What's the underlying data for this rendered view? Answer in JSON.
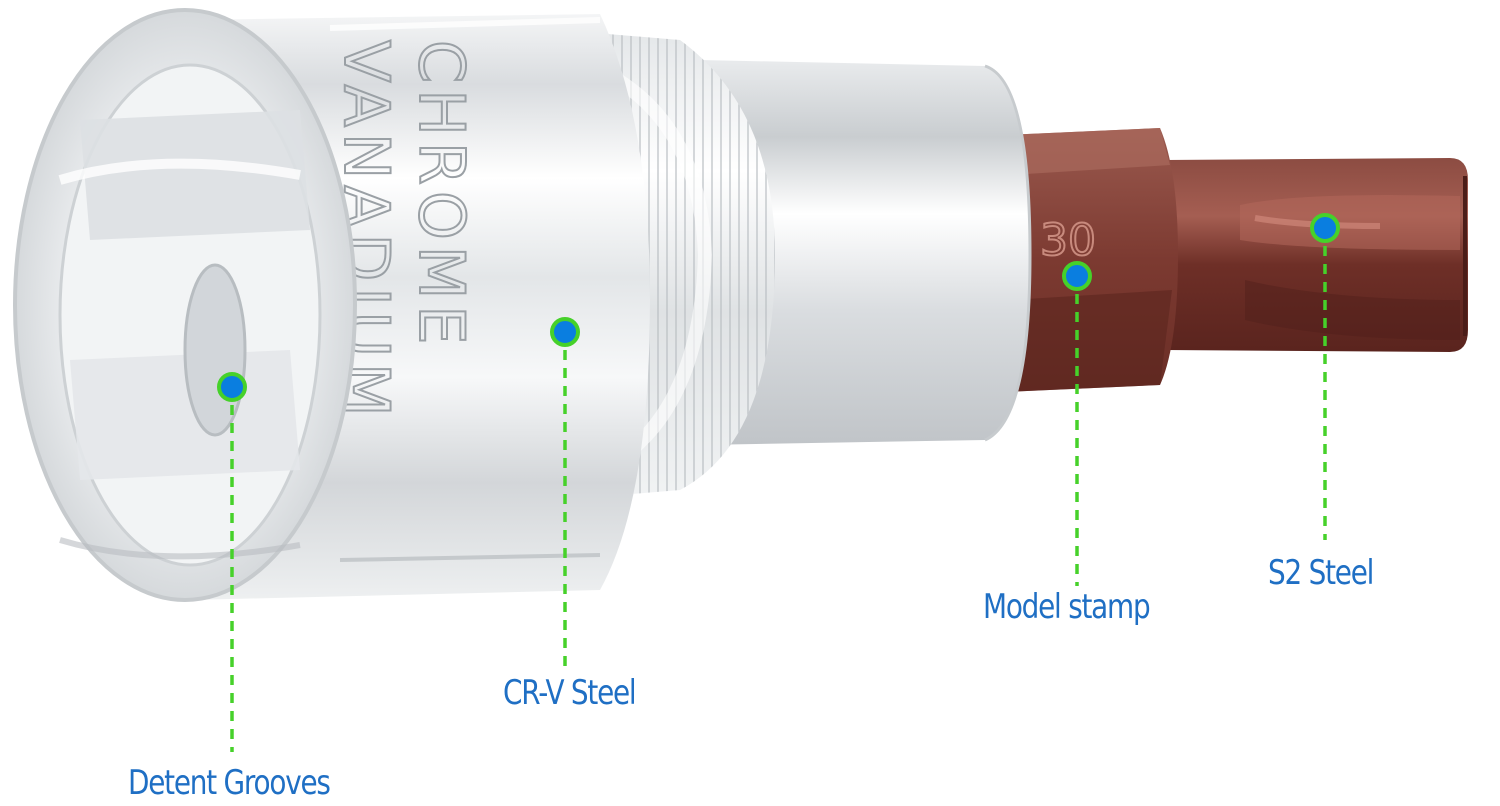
{
  "image": {
    "subject": "chrome vanadium socket with torx bit",
    "engraving_line1": "CHROME",
    "engraving_line2": "VANADIUM",
    "bit_stamp": "30"
  },
  "callouts": [
    {
      "id": "detent",
      "label": "Detent Grooves"
    },
    {
      "id": "crv",
      "label": "CR-V Steel"
    },
    {
      "id": "model",
      "label": "Model stamp"
    },
    {
      "id": "s2",
      "label": "S2 Steel"
    }
  ],
  "colors": {
    "leader_line": "#46d12a",
    "marker_dot": "#0a7ee0",
    "label_text": "#1f6fc4",
    "chrome": "#e6e8ea",
    "bit": "#7a3a30"
  }
}
